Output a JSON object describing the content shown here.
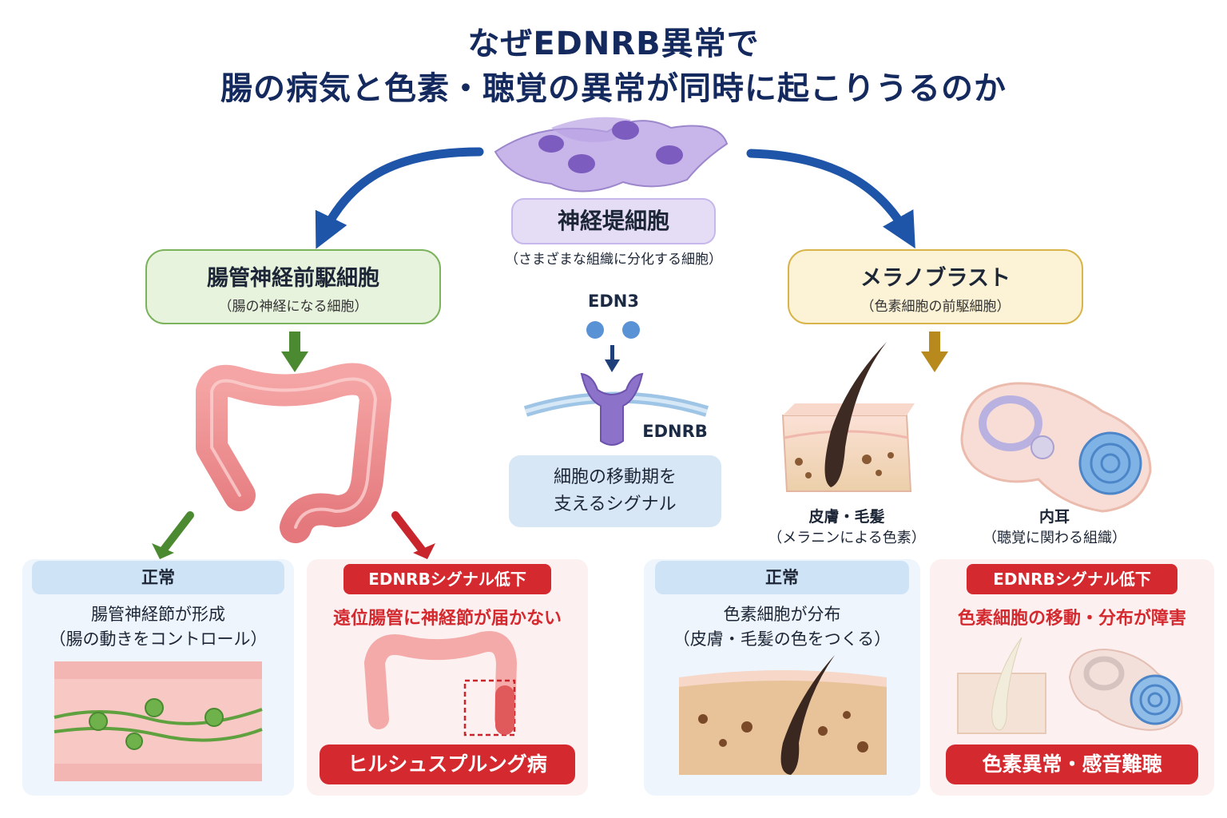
{
  "title": {
    "line1": "なぜEDNRB異常で",
    "line2": "腸の病気と色素・聴覚の異常が同時に起こりうるのか"
  },
  "center": {
    "name": "神経堤細胞",
    "note": "（さまざまな組織に分化する細胞）",
    "ligand": "EDN3",
    "receptor": "EDNRB",
    "signal_line1": "細胞の移動期を",
    "signal_line2": "支えるシグナル"
  },
  "left": {
    "name": "腸管神経前駆細胞",
    "note": "（腸の神経になる細胞）",
    "normal_header": "正常",
    "normal_line1": "腸管神経節が形成",
    "normal_line2": "（腸の動きをコントロール）",
    "abnormal_header": "EDNRBシグナル低下",
    "abnormal_text": "遠位腸管に神経節が届かない",
    "disease": "ヒルシュスプルング病"
  },
  "right": {
    "name": "メラノブラスト",
    "note": "（色素細胞の前駆細胞）",
    "skin_label": "皮膚・毛髪",
    "skin_note": "（メラニンによる色素）",
    "ear_label": "内耳",
    "ear_note": "（聴覚に関わる組織）",
    "normal_header": "正常",
    "normal_line1": "色素細胞が分布",
    "normal_line2": "（皮膚・毛髪の色をつくる）",
    "abnormal_header": "EDNRBシグナル低下",
    "abnormal_text": "色素細胞の移動・分布が障害",
    "disease": "色素異常・感音難聴"
  },
  "colors": {
    "title": "#142a5e",
    "arrow_blue": "#1f55a8",
    "green_box": "#e8f3dd",
    "green_border": "#7bb35d",
    "yellow_box": "#fcf3d6",
    "yellow_border": "#d8b44a",
    "purple_box": "#e4ddf5",
    "alert_red": "#d42a2f"
  }
}
